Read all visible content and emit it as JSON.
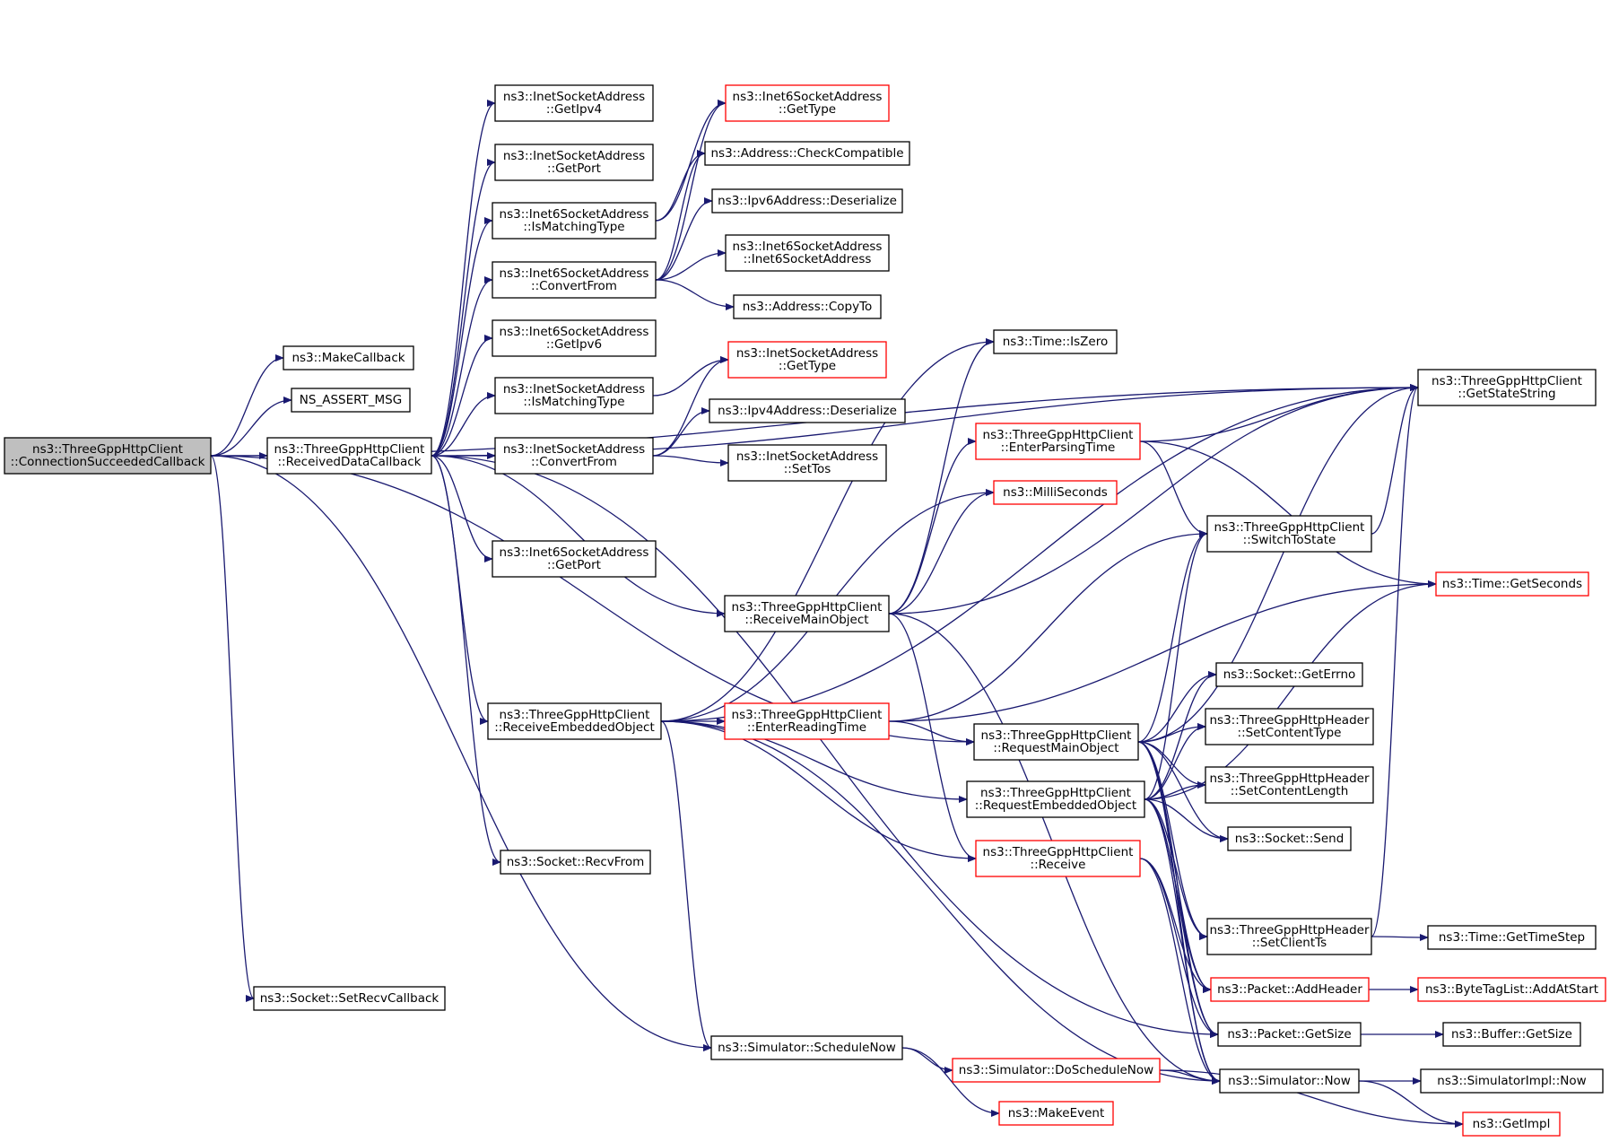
{
  "colors": {
    "edge": "#191970",
    "node_border": "#000000",
    "node_border_truncated": "#ff0000",
    "root_fill": "#bfbfbf",
    "node_fill": "#ffffff",
    "text": "#000000"
  },
  "nodes": [
    {
      "id": "root",
      "lines": [
        "ns3::ThreeGppHttpClient",
        "::ConnectionSucceededCallback"
      ],
      "style": "root"
    },
    {
      "id": "makecallback",
      "lines": [
        "ns3::MakeCallback"
      ],
      "style": "normal"
    },
    {
      "id": "nsassert",
      "lines": [
        "NS_ASSERT_MSG"
      ],
      "style": "normal"
    },
    {
      "id": "receiveddata",
      "lines": [
        "ns3::ThreeGppHttpClient",
        "::ReceivedDataCallback"
      ],
      "style": "normal"
    },
    {
      "id": "setrecvcb",
      "lines": [
        "ns3::Socket::SetRecvCallback"
      ],
      "style": "normal"
    },
    {
      "id": "inet_getipv4",
      "lines": [
        "ns3::InetSocketAddress",
        "::GetIpv4"
      ],
      "style": "normal"
    },
    {
      "id": "inet_getport",
      "lines": [
        "ns3::InetSocketAddress",
        "::GetPort"
      ],
      "style": "normal"
    },
    {
      "id": "inet6_ismatching",
      "lines": [
        "ns3::Inet6SocketAddress",
        "::IsMatchingType"
      ],
      "style": "normal"
    },
    {
      "id": "inet6_convertfrom",
      "lines": [
        "ns3::Inet6SocketAddress",
        "::ConvertFrom"
      ],
      "style": "normal"
    },
    {
      "id": "inet6_getipv6",
      "lines": [
        "ns3::Inet6SocketAddress",
        "::GetIpv6"
      ],
      "style": "normal"
    },
    {
      "id": "inet_ismatching",
      "lines": [
        "ns3::InetSocketAddress",
        "::IsMatchingType"
      ],
      "style": "normal"
    },
    {
      "id": "inet_convertfrom",
      "lines": [
        "ns3::InetSocketAddress",
        "::ConvertFrom"
      ],
      "style": "normal"
    },
    {
      "id": "inet6_getport",
      "lines": [
        "ns3::Inet6SocketAddress",
        "::GetPort"
      ],
      "style": "normal"
    },
    {
      "id": "recvfrom",
      "lines": [
        "ns3::Socket::RecvFrom"
      ],
      "style": "normal"
    },
    {
      "id": "inet6_gettype",
      "lines": [
        "ns3::Inet6SocketAddress",
        "::GetType"
      ],
      "style": "truncated"
    },
    {
      "id": "checkcompat",
      "lines": [
        "ns3::Address::CheckCompatible"
      ],
      "style": "normal"
    },
    {
      "id": "ipv6deser",
      "lines": [
        "ns3::Ipv6Address::Deserialize"
      ],
      "style": "normal"
    },
    {
      "id": "inet6_ctor",
      "lines": [
        "ns3::Inet6SocketAddress",
        "::Inet6SocketAddress"
      ],
      "style": "normal"
    },
    {
      "id": "copyto",
      "lines": [
        "ns3::Address::CopyTo"
      ],
      "style": "normal"
    },
    {
      "id": "inet_gettype",
      "lines": [
        "ns3::InetSocketAddress",
        "::GetType"
      ],
      "style": "truncated"
    },
    {
      "id": "ipv4deser",
      "lines": [
        "ns3::Ipv4Address::Deserialize"
      ],
      "style": "normal"
    },
    {
      "id": "inet_settos",
      "lines": [
        "ns3::InetSocketAddress",
        "::SetTos"
      ],
      "style": "normal"
    },
    {
      "id": "iszero",
      "lines": [
        "ns3::Time::IsZero"
      ],
      "style": "normal"
    },
    {
      "id": "enterparsing",
      "lines": [
        "ns3::ThreeGppHttpClient",
        "::EnterParsingTime"
      ],
      "style": "truncated"
    },
    {
      "id": "milliseconds",
      "lines": [
        "ns3::MilliSeconds"
      ],
      "style": "truncated"
    },
    {
      "id": "receivemain",
      "lines": [
        "ns3::ThreeGppHttpClient",
        "::ReceiveMainObject"
      ],
      "style": "normal"
    },
    {
      "id": "receiveembedded",
      "lines": [
        "ns3::ThreeGppHttpClient",
        "::ReceiveEmbeddedObject"
      ],
      "style": "normal"
    },
    {
      "id": "enterreading",
      "lines": [
        "ns3::ThreeGppHttpClient",
        "::EnterReadingTime"
      ],
      "style": "truncated"
    },
    {
      "id": "requestmain",
      "lines": [
        "ns3::ThreeGppHttpClient",
        "::RequestMainObject"
      ],
      "style": "normal"
    },
    {
      "id": "requestembedded",
      "lines": [
        "ns3::ThreeGppHttpClient",
        "::RequestEmbeddedObject"
      ],
      "style": "normal"
    },
    {
      "id": "receive",
      "lines": [
        "ns3::ThreeGppHttpClient",
        "::Receive"
      ],
      "style": "truncated"
    },
    {
      "id": "schedulenow",
      "lines": [
        "ns3::Simulator::ScheduleNow"
      ],
      "style": "normal"
    },
    {
      "id": "doschedulenow",
      "lines": [
        "ns3::Simulator::DoScheduleNow"
      ],
      "style": "truncated"
    },
    {
      "id": "makeevent",
      "lines": [
        "ns3::MakeEvent"
      ],
      "style": "truncated"
    },
    {
      "id": "getstatestring",
      "lines": [
        "ns3::ThreeGppHttpClient",
        "::GetStateString"
      ],
      "style": "normal"
    },
    {
      "id": "switchtostate",
      "lines": [
        "ns3::ThreeGppHttpClient",
        "::SwitchToState"
      ],
      "style": "normal"
    },
    {
      "id": "getseconds",
      "lines": [
        "ns3::Time::GetSeconds"
      ],
      "style": "truncated"
    },
    {
      "id": "geterrno",
      "lines": [
        "ns3::Socket::GetErrno"
      ],
      "style": "normal"
    },
    {
      "id": "setcontenttype",
      "lines": [
        "ns3::ThreeGppHttpHeader",
        "::SetContentType"
      ],
      "style": "normal"
    },
    {
      "id": "setcontentlength",
      "lines": [
        "ns3::ThreeGppHttpHeader",
        "::SetContentLength"
      ],
      "style": "normal"
    },
    {
      "id": "socketsend",
      "lines": [
        "ns3::Socket::Send"
      ],
      "style": "normal"
    },
    {
      "id": "setclientts",
      "lines": [
        "ns3::ThreeGppHttpHeader",
        "::SetClientTs"
      ],
      "style": "normal"
    },
    {
      "id": "addheader",
      "lines": [
        "ns3::Packet::AddHeader"
      ],
      "style": "truncated"
    },
    {
      "id": "packetgetsize",
      "lines": [
        "ns3::Packet::GetSize"
      ],
      "style": "normal"
    },
    {
      "id": "simnow",
      "lines": [
        "ns3::Simulator::Now"
      ],
      "style": "normal"
    },
    {
      "id": "gettimestep",
      "lines": [
        "ns3::Time::GetTimeStep"
      ],
      "style": "normal"
    },
    {
      "id": "addatstart",
      "lines": [
        "ns3::ByteTagList::AddAtStart"
      ],
      "style": "truncated"
    },
    {
      "id": "buffergetsize",
      "lines": [
        "ns3::Buffer::GetSize"
      ],
      "style": "normal"
    },
    {
      "id": "simimplnow",
      "lines": [
        "ns3::SimulatorImpl::Now"
      ],
      "style": "normal"
    },
    {
      "id": "getimpl",
      "lines": [
        "ns3::GetImpl"
      ],
      "style": "truncated"
    }
  ],
  "edges": [
    [
      "root",
      "getstatestring"
    ],
    [
      "root",
      "makecallback"
    ],
    [
      "root",
      "nsassert"
    ],
    [
      "root",
      "receiveddata"
    ],
    [
      "root",
      "requestmain"
    ],
    [
      "root",
      "setrecvcb"
    ],
    [
      "root",
      "schedulenow"
    ],
    [
      "receiveddata",
      "getstatestring"
    ],
    [
      "receiveddata",
      "inet_getipv4"
    ],
    [
      "receiveddata",
      "inet_getport"
    ],
    [
      "receiveddata",
      "inet6_ismatching"
    ],
    [
      "receiveddata",
      "inet6_convertfrom"
    ],
    [
      "receiveddata",
      "inet6_getipv6"
    ],
    [
      "receiveddata",
      "inet_ismatching"
    ],
    [
      "receiveddata",
      "inet_convertfrom"
    ],
    [
      "receiveddata",
      "inet6_getport"
    ],
    [
      "receiveddata",
      "receivemain"
    ],
    [
      "receiveddata",
      "receiveembedded"
    ],
    [
      "receiveddata",
      "recvfrom"
    ],
    [
      "receiveddata",
      "packetgetsize"
    ],
    [
      "inet6_ismatching",
      "inet6_gettype"
    ],
    [
      "inet6_ismatching",
      "checkcompat"
    ],
    [
      "inet6_convertfrom",
      "inet6_gettype"
    ],
    [
      "inet6_convertfrom",
      "checkcompat"
    ],
    [
      "inet6_convertfrom",
      "ipv6deser"
    ],
    [
      "inet6_convertfrom",
      "inet6_ctor"
    ],
    [
      "inet6_convertfrom",
      "copyto"
    ],
    [
      "inet_ismatching",
      "inet_gettype"
    ],
    [
      "inet_convertfrom",
      "inet_gettype"
    ],
    [
      "inet_convertfrom",
      "ipv4deser"
    ],
    [
      "inet_convertfrom",
      "inet_settos"
    ],
    [
      "receivemain",
      "iszero"
    ],
    [
      "receivemain",
      "enterparsing"
    ],
    [
      "receivemain",
      "milliseconds"
    ],
    [
      "receivemain",
      "getstatestring"
    ],
    [
      "receivemain",
      "receive"
    ],
    [
      "receivemain",
      "simnow"
    ],
    [
      "receiveembedded",
      "iszero"
    ],
    [
      "receiveembedded",
      "milliseconds"
    ],
    [
      "receiveembedded",
      "getstatestring"
    ],
    [
      "receiveembedded",
      "enterreading"
    ],
    [
      "receiveembedded",
      "requestembedded"
    ],
    [
      "receiveembedded",
      "receive"
    ],
    [
      "receiveembedded",
      "schedulenow"
    ],
    [
      "receiveembedded",
      "simnow"
    ],
    [
      "enterparsing",
      "getstatestring"
    ],
    [
      "enterparsing",
      "switchtostate"
    ],
    [
      "enterparsing",
      "getseconds"
    ],
    [
      "enterreading",
      "switchtostate"
    ],
    [
      "enterreading",
      "getseconds"
    ],
    [
      "enterreading",
      "requestmain"
    ],
    [
      "requestmain",
      "switchtostate"
    ],
    [
      "requestmain",
      "getstatestring"
    ],
    [
      "requestmain",
      "geterrno"
    ],
    [
      "requestmain",
      "setcontenttype"
    ],
    [
      "requestmain",
      "setcontentlength"
    ],
    [
      "requestmain",
      "socketsend"
    ],
    [
      "requestmain",
      "setclientts"
    ],
    [
      "requestmain",
      "addheader"
    ],
    [
      "requestmain",
      "packetgetsize"
    ],
    [
      "requestmain",
      "simnow"
    ],
    [
      "requestembedded",
      "switchtostate"
    ],
    [
      "requestembedded",
      "geterrno"
    ],
    [
      "requestembedded",
      "setcontenttype"
    ],
    [
      "requestembedded",
      "setcontentlength"
    ],
    [
      "requestembedded",
      "socketsend"
    ],
    [
      "requestembedded",
      "setclientts"
    ],
    [
      "requestembedded",
      "addheader"
    ],
    [
      "requestembedded",
      "packetgetsize"
    ],
    [
      "requestembedded",
      "simnow"
    ],
    [
      "requestembedded",
      "getseconds"
    ],
    [
      "receive",
      "addheader"
    ],
    [
      "receive",
      "packetgetsize"
    ],
    [
      "receive",
      "simnow"
    ],
    [
      "switchtostate",
      "getstatestring"
    ],
    [
      "setclientts",
      "gettimestep"
    ],
    [
      "setclientts",
      "getstatestring"
    ],
    [
      "addheader",
      "addatstart"
    ],
    [
      "packetgetsize",
      "buffergetsize"
    ],
    [
      "simnow",
      "simimplnow"
    ],
    [
      "simnow",
      "getimpl"
    ],
    [
      "schedulenow",
      "doschedulenow"
    ],
    [
      "schedulenow",
      "makeevent"
    ],
    [
      "doschedulenow",
      "simnow"
    ],
    [
      "doschedulenow",
      "getimpl"
    ]
  ]
}
